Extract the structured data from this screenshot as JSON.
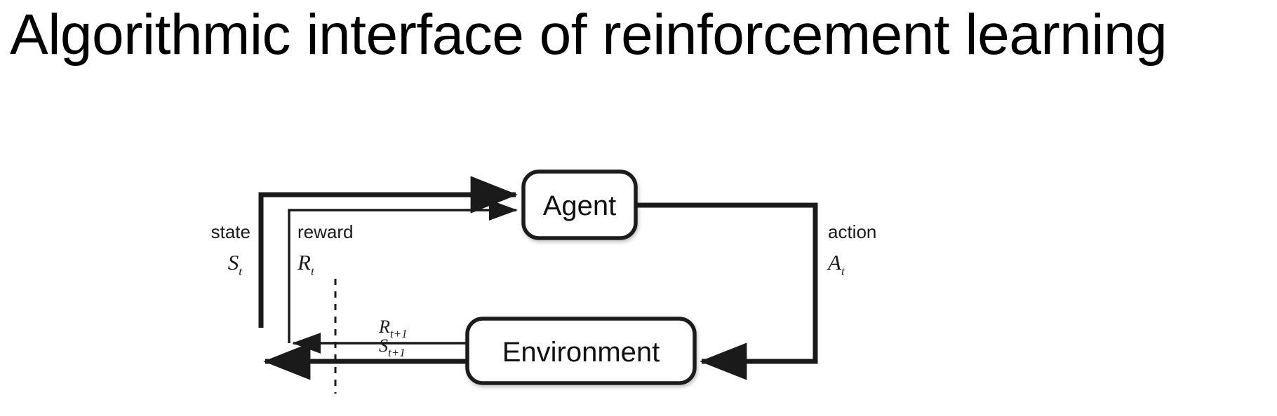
{
  "slide": {
    "title": "Algorithmic interface of reinforcement learning",
    "background_color": "#ffffff",
    "text_color": "#000000"
  },
  "diagram": {
    "name": "agent-environment-interaction-loop",
    "type": "block-diagram",
    "nodes": [
      {
        "id": "agent",
        "label": "Agent"
      },
      {
        "id": "environment",
        "label": "Environment"
      }
    ],
    "edges": [
      {
        "id": "state",
        "from": "environment",
        "to": "agent",
        "word_label": "state",
        "math_label": "S",
        "math_subscript": "t",
        "stroke": "thick"
      },
      {
        "id": "reward",
        "from": "environment",
        "to": "agent",
        "word_label": "reward",
        "math_label": "R",
        "math_subscript": "t",
        "stroke": "thin"
      },
      {
        "id": "action",
        "from": "agent",
        "to": "environment",
        "word_label": "action",
        "math_label": "A",
        "math_subscript": "t",
        "stroke": "thick"
      },
      {
        "id": "next-reward",
        "from": "environment",
        "to": "time-boundary",
        "math_label": "R",
        "math_subscript": "t+1",
        "stroke": "thin"
      },
      {
        "id": "next-state",
        "from": "environment",
        "to": "time-boundary",
        "math_label": "S",
        "math_subscript": "t+1",
        "stroke": "thick"
      }
    ],
    "time_boundary": {
      "style": "dashed-vertical-line"
    },
    "stroke_color": "#1a1a1a",
    "box_fill": "#ffffff"
  }
}
